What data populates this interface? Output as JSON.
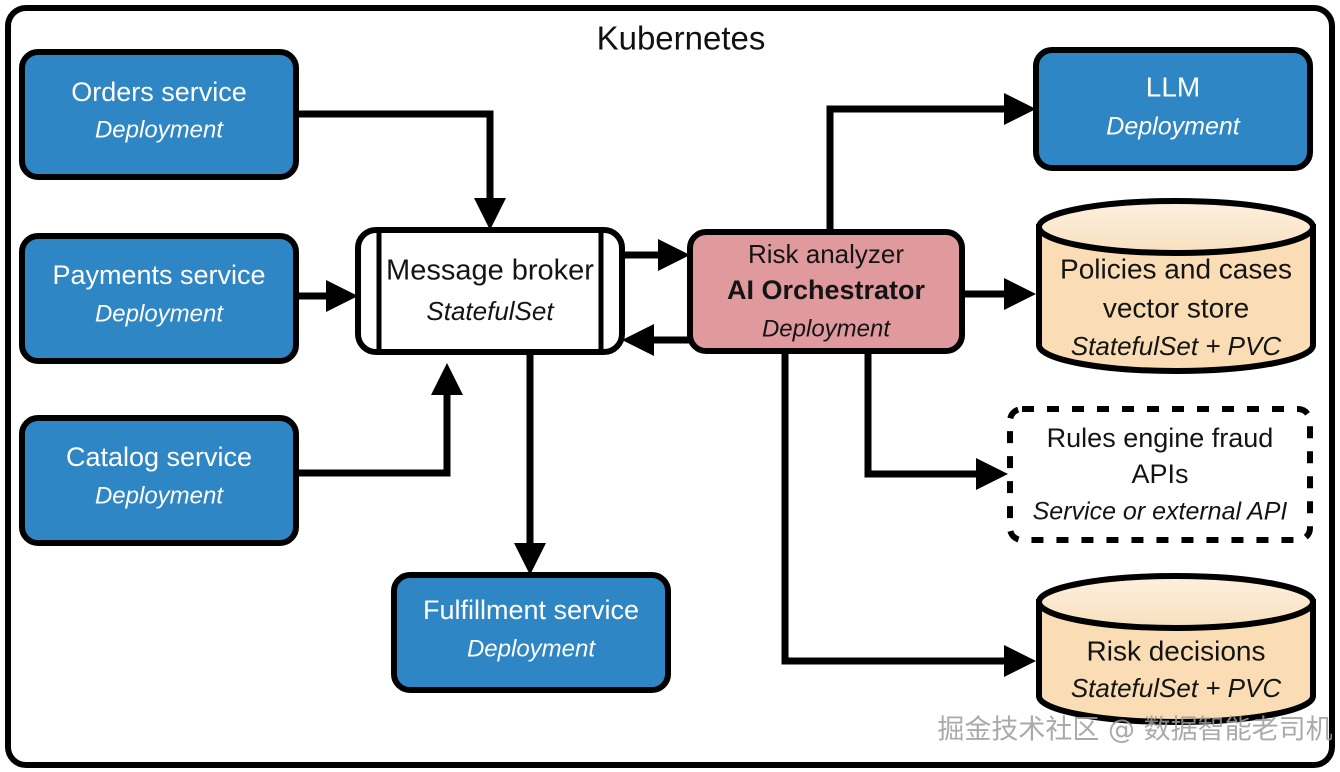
{
  "frame": {
    "title": "Kubernetes",
    "border_color": "#000000",
    "fill": "#ffffff"
  },
  "colors": {
    "service_blue": "#2E86C5",
    "orchestrator_pink": "#E09A9E",
    "datastore_peach": "#FADCB5",
    "datastore_peach_top": "#FBEBD4",
    "stroke": "#000000",
    "white_fill": "#FFFFFF"
  },
  "nodes": [
    {
      "id": "orders-service",
      "title": "Orders service",
      "subtitle": "Deployment",
      "shape": "rounded-rect",
      "fill": "#2E86C5",
      "text_color": "#FFFFFF"
    },
    {
      "id": "payments-service",
      "title": "Payments service",
      "subtitle": "Deployment",
      "shape": "rounded-rect",
      "fill": "#2E86C5",
      "text_color": "#FFFFFF"
    },
    {
      "id": "catalog-service",
      "title": "Catalog service",
      "subtitle": "Deployment",
      "shape": "rounded-rect",
      "fill": "#2E86C5",
      "text_color": "#FFFFFF"
    },
    {
      "id": "fulfillment-service",
      "title": "Fulfillment service",
      "subtitle": "Deployment",
      "shape": "rounded-rect",
      "fill": "#2E86C5",
      "text_color": "#FFFFFF"
    },
    {
      "id": "message-broker",
      "title": "Message broker",
      "subtitle": "StatefulSet",
      "shape": "queue",
      "fill": "#FFFFFF",
      "text_color": "#141414"
    },
    {
      "id": "risk-analyzer",
      "title": "Risk analyzer",
      "subtitle_bold": "AI Orchestrator",
      "subtitle": "Deployment",
      "shape": "rounded-rect",
      "fill": "#E09A9E",
      "text_color": "#141414"
    },
    {
      "id": "llm",
      "title": "LLM",
      "subtitle": "Deployment",
      "shape": "rounded-rect",
      "fill": "#2E86C5",
      "text_color": "#FFFFFF"
    },
    {
      "id": "policies-vector-store",
      "title_line1": "Policies and cases",
      "title_line2": "vector store",
      "subtitle": "StatefulSet + PVC",
      "shape": "cylinder",
      "fill": "#FADCB5",
      "text_color": "#141414"
    },
    {
      "id": "rules-engine-fraud-apis",
      "title_line1": "Rules engine fraud",
      "title_line2": "APIs",
      "subtitle": "Service or external API",
      "shape": "dashed-rect",
      "fill": "#FFFFFF",
      "text_color": "#141414"
    },
    {
      "id": "risk-decisions",
      "title": "Risk decisions",
      "subtitle": "StatefulSet + PVC",
      "shape": "cylinder",
      "fill": "#FADCB5",
      "text_color": "#141414"
    }
  ],
  "edges": [
    {
      "id": "orders-to-broker",
      "from": "orders-service",
      "to": "message-broker"
    },
    {
      "id": "payments-to-broker",
      "from": "payments-service",
      "to": "message-broker"
    },
    {
      "id": "catalog-to-broker",
      "from": "catalog-service",
      "to": "message-broker"
    },
    {
      "id": "broker-to-fulfillment",
      "from": "message-broker",
      "to": "fulfillment-service"
    },
    {
      "id": "broker-to-risk-analyzer",
      "from": "message-broker",
      "to": "risk-analyzer"
    },
    {
      "id": "risk-analyzer-to-broker",
      "from": "risk-analyzer",
      "to": "message-broker"
    },
    {
      "id": "risk-analyzer-to-llm",
      "from": "risk-analyzer",
      "to": "llm"
    },
    {
      "id": "risk-analyzer-to-vector-store",
      "from": "risk-analyzer",
      "to": "policies-vector-store"
    },
    {
      "id": "risk-analyzer-to-rules-engine",
      "from": "risk-analyzer",
      "to": "rules-engine-fraud-apis"
    },
    {
      "id": "risk-analyzer-to-risk-decisions",
      "from": "risk-analyzer",
      "to": "risk-decisions"
    }
  ],
  "watermark": {
    "text": "掘金技术社区 @ 数据智能老司机"
  }
}
